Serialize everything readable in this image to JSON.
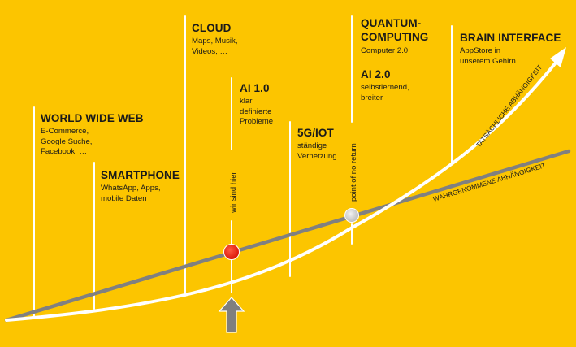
{
  "milestones": {
    "www": {
      "title": "WORLD WIDE WEB",
      "text": "E-Commerce,\nGoogle Suche,\nFacebook, …"
    },
    "smartphone": {
      "title": "SMARTPHONE",
      "text": "WhatsApp, Apps,\nmobile Daten"
    },
    "cloud": {
      "title": "CLOUD",
      "text": "Maps, Musik,\nVideos, …"
    },
    "ai1": {
      "title": "AI 1.0",
      "text": "klar\ndefinierte\nProbleme"
    },
    "iot": {
      "title": "5G/IOT",
      "text": "ständige\nVernetzung"
    },
    "quantum": {
      "title": "QUANTUM-\nCOMPUTING",
      "text": "Computer 2.0"
    },
    "ai2": {
      "title": "AI 2.0",
      "text": "selbstlernend,\nbreiter"
    },
    "brain": {
      "title": "BRAIN INTERFACE",
      "text": "AppStore in\nunserem Gehirn"
    }
  },
  "markers": {
    "current": "wir sind hier",
    "no_return": "point of no return"
  },
  "curves": {
    "actual": "TATSÄCHLICHE ABHÄNGIGKEIT",
    "perceived": "WAHRGENOMMENE ABHÄNGIGKEIT"
  },
  "colors": {
    "background": "#fcc500",
    "actual_curve": "#ffffff",
    "perceived_line": "#808080",
    "current_dot": "#ee1c0d",
    "no_return_dot": "#c9c9c9",
    "arrow": "#7f7f7f"
  }
}
